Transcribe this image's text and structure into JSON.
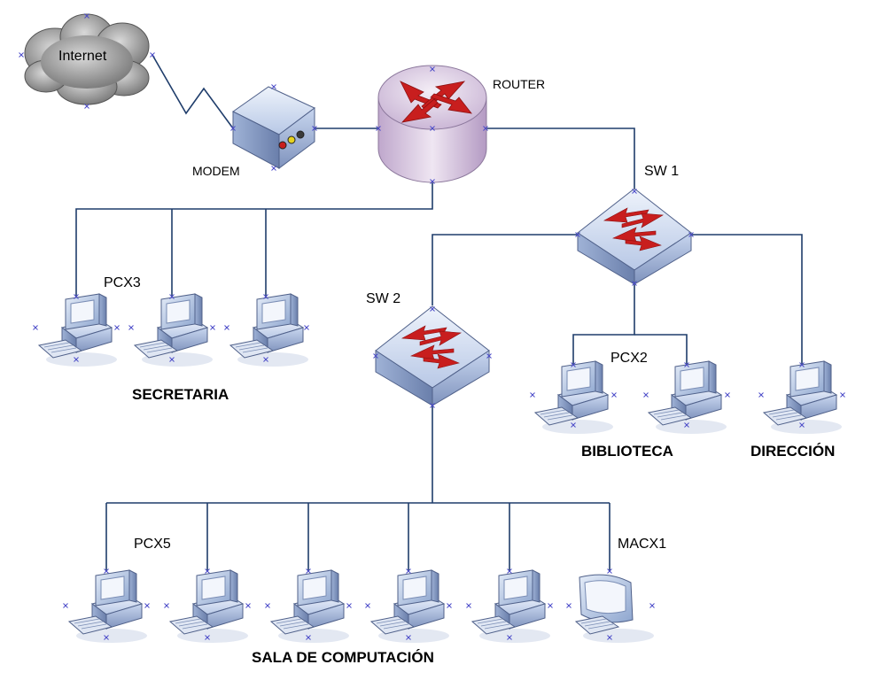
{
  "colors": {
    "line": "#1f3d6b",
    "device_blue": "#b9c9e6",
    "router_pink": "#d4c3dc",
    "arrow_red": "#c81e1e",
    "cloud_gray": "#8a8a8a",
    "handle": "#4a4ac8"
  },
  "labels": {
    "internet": "Internet",
    "router": "ROUTER",
    "modem": "MODEM",
    "sw1": "SW 1",
    "sw2": "SW 2",
    "pcx3": "PCX3",
    "pcx2": "PCX2",
    "pcx5": "PCX5",
    "macx1": "MACX1",
    "secretaria": "SECRETARIA",
    "biblioteca": "BIBLIOTECA",
    "direccion": "DIRECCIÓN",
    "sala": "SALA DE COMPUTACIÓN"
  },
  "icons": {
    "cloud": "cloud-icon",
    "modem": "modem-icon",
    "router": "router-icon",
    "switch": "switch-icon",
    "computer": "computer-icon",
    "mac": "mac-computer-icon"
  }
}
